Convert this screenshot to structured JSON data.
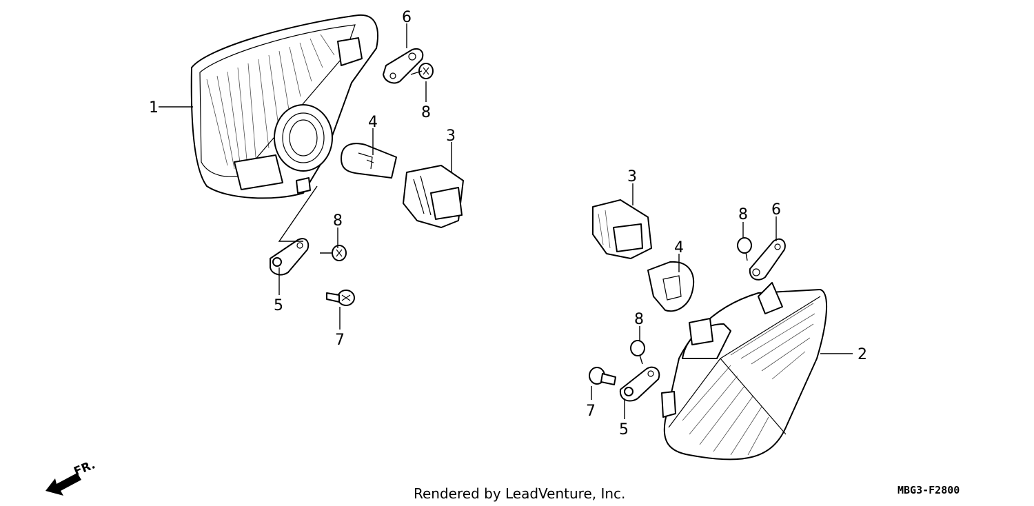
{
  "callouts": {
    "c1": "1",
    "c2": "2",
    "c3a": "3",
    "c3b": "3",
    "c4a": "4",
    "c4b": "4",
    "c5a": "5",
    "c5b": "5",
    "c6a": "6",
    "c6b": "6",
    "c7a": "7",
    "c7b": "7",
    "c8a": "8",
    "c8b": "8",
    "c8c": "8",
    "c8d": "8"
  },
  "footer": {
    "credit": "Rendered by LeadVenture, Inc.",
    "diagram_code": "MBG3-F2800"
  },
  "direction": {
    "label": "FR."
  }
}
